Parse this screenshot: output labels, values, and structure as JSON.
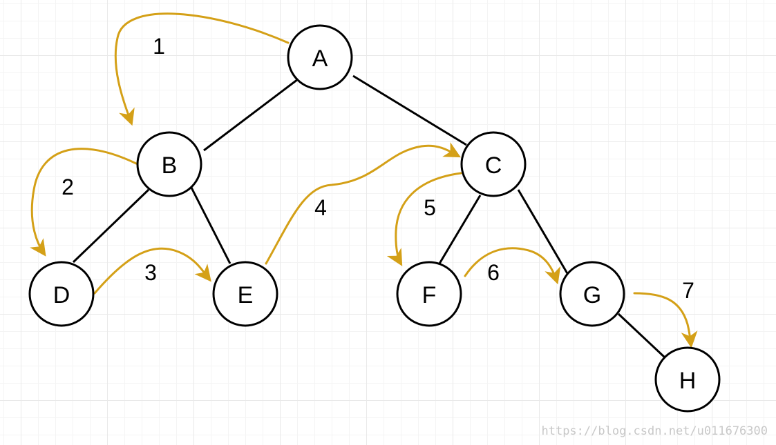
{
  "diagram": {
    "nodes": [
      "A",
      "B",
      "C",
      "D",
      "E",
      "F",
      "G",
      "H"
    ],
    "edges": [
      [
        "A",
        "B"
      ],
      [
        "A",
        "C"
      ],
      [
        "B",
        "D"
      ],
      [
        "B",
        "E"
      ],
      [
        "C",
        "F"
      ],
      [
        "C",
        "G"
      ],
      [
        "G",
        "H"
      ]
    ],
    "traversal_steps": [
      {
        "label": "1",
        "from": "A",
        "to": "B"
      },
      {
        "label": "2",
        "from": "B",
        "to": "D"
      },
      {
        "label": "3",
        "from": "D",
        "to": "E"
      },
      {
        "label": "4",
        "from": "E",
        "to": "C"
      },
      {
        "label": "5",
        "from": "C",
        "to": "F"
      },
      {
        "label": "6",
        "from": "F",
        "to": "G"
      },
      {
        "label": "7",
        "from": "G",
        "to": "H"
      }
    ],
    "arrow_color": "#D4A017",
    "node_stroke_color": "#000000"
  },
  "watermark": "https://blog.csdn.net/u011676300"
}
